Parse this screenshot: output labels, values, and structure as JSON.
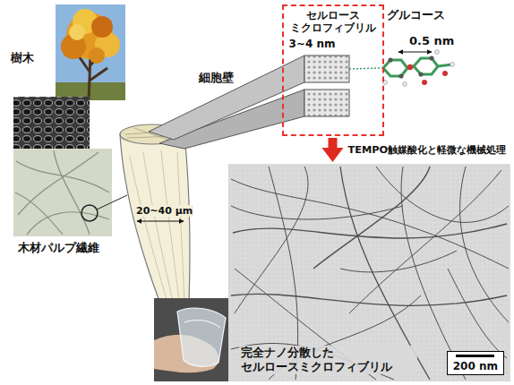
{
  "diagram": {
    "nodes": [
      {
        "text": [
          "セルロース ミクロフィブリル",
          "3~4 nm"
        ]
      },
      {
        "text": [
          "完全ナノ分散した セルロースミクロフィブリル"
        ]
      },
      {
        "text": [
          "200 nm"
        ],
        "in": 1
      }
    ],
    "edges": [
      {
        "from": 0,
        "to": 1,
        "label": "TEMPO触媒酸化と軽微な機械処理",
        "arrow": "to"
      }
    ],
    "labels": [
      "樹木",
      "細胞壁",
      "木材パルプ繊維",
      "20~40 μm",
      "グルコース",
      "0.5 nm"
    ]
  }
}
